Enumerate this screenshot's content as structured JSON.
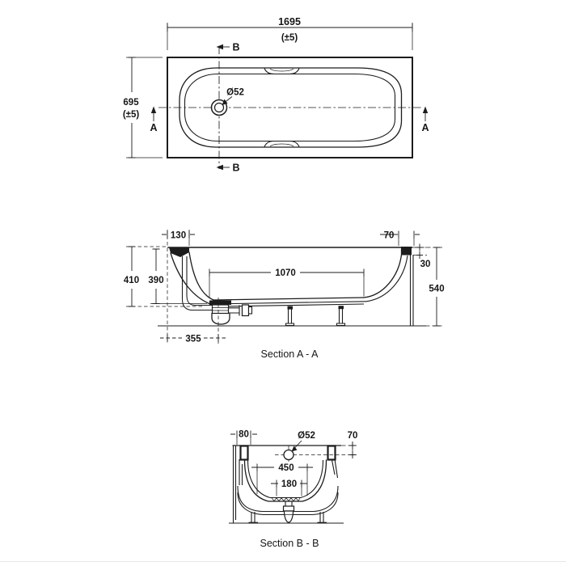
{
  "colors": {
    "line": "#1c1c1c",
    "background": "#ffffff"
  },
  "plan": {
    "length": "1695",
    "length_tol": "(±5)",
    "width": "695",
    "width_tol": "(±5)",
    "drain": "Ø52",
    "marker_a": "A",
    "marker_b": "B"
  },
  "section_aa": {
    "title": "Section A - A",
    "dim_rim_head": "130",
    "dim_rim_foot": "70",
    "dim_lip": "30",
    "dim_outer_depth": "410",
    "dim_inner_depth": "390",
    "dim_bottom_length": "1070",
    "dim_overall_height": "540",
    "dim_drain_offset": "355"
  },
  "section_bb": {
    "title": "Section B - B",
    "dim_rim": "80",
    "drain": "Ø52",
    "dim_drain_drop": "70",
    "dim_upper_width": "450",
    "dim_bottom_width": "180"
  }
}
